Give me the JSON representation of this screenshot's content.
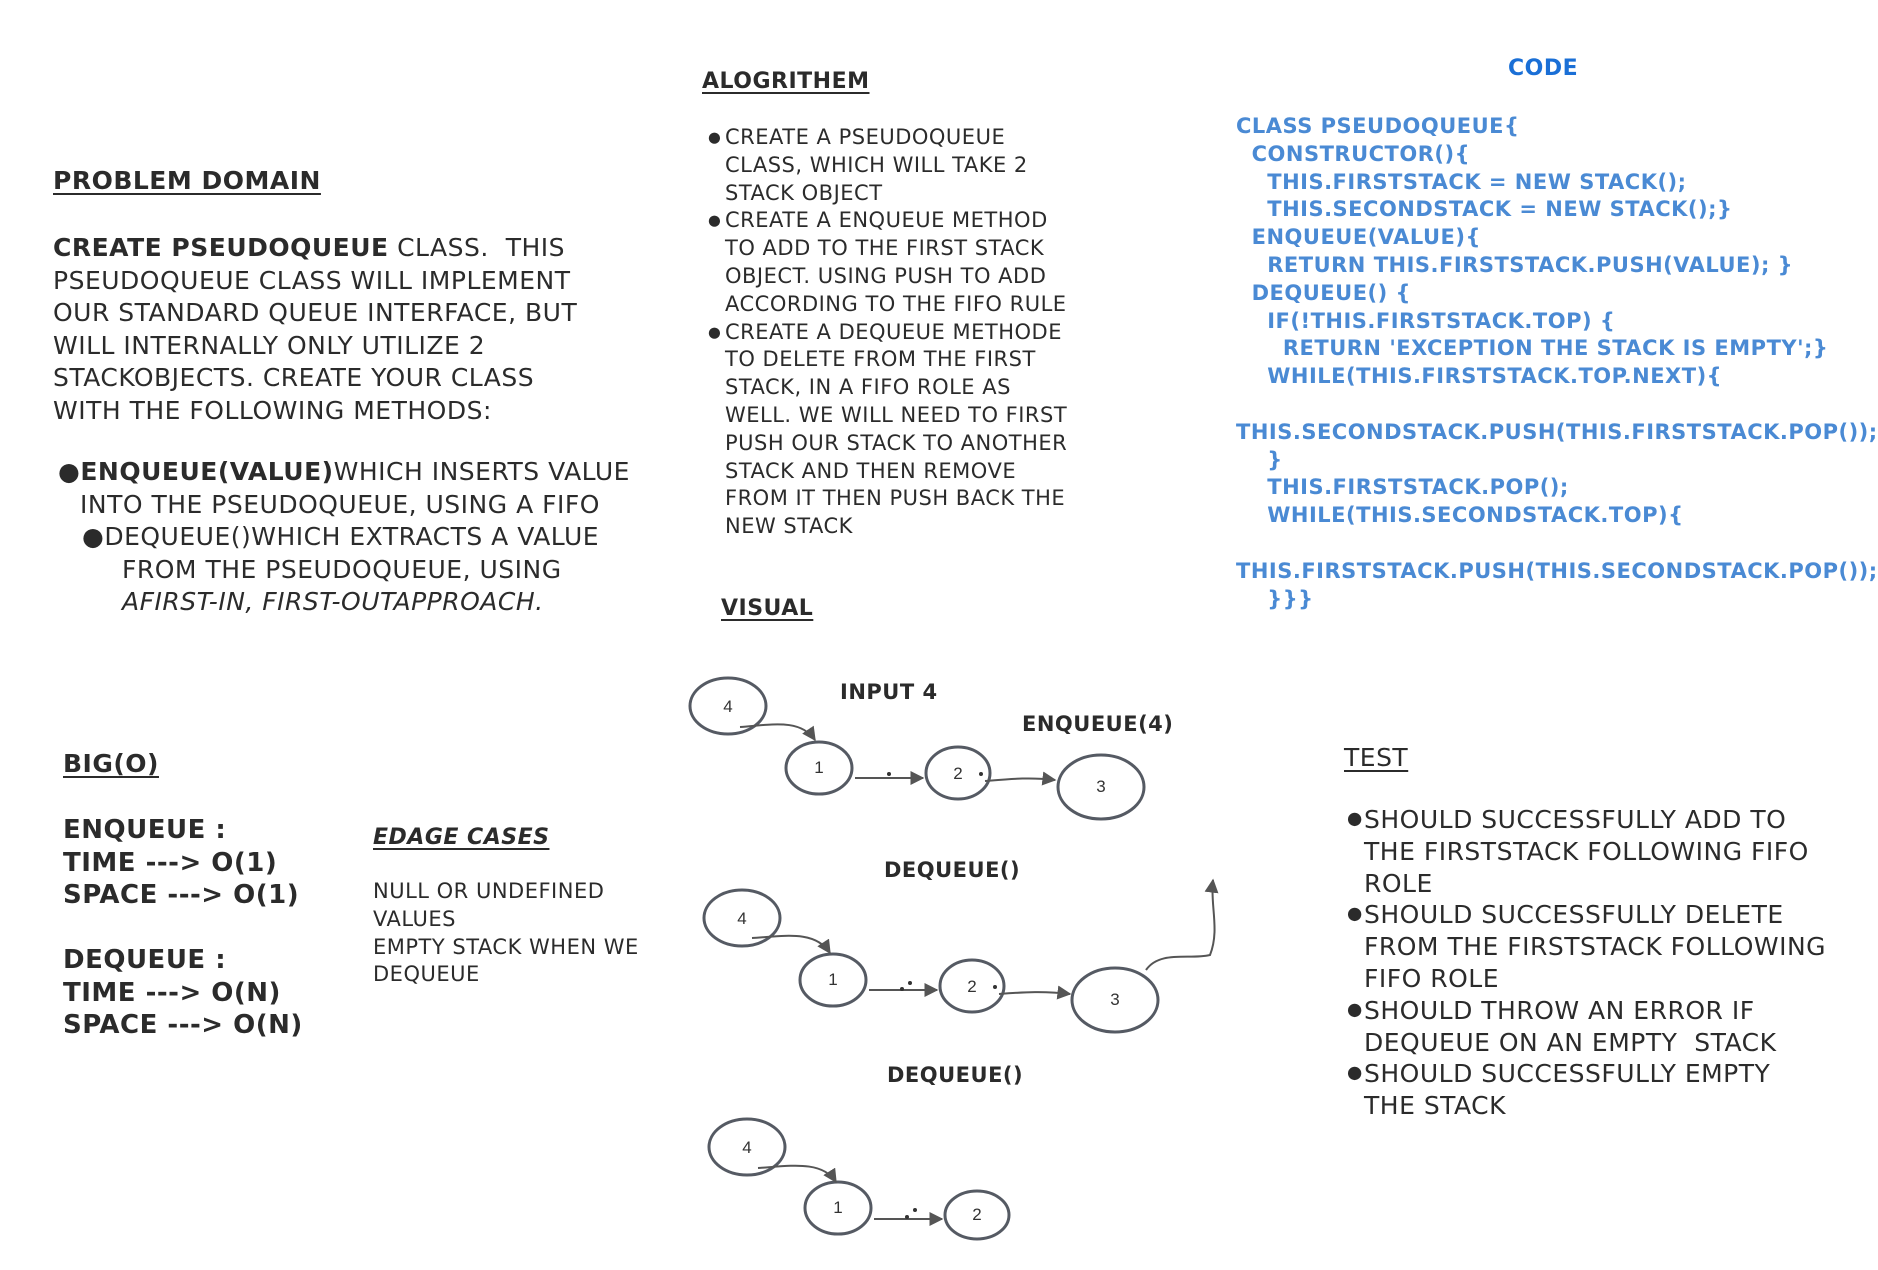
{
  "problem": {
    "heading": "PROBLEM DOMAIN",
    "intro_bold": "CREATE PSEUDOQUEUE",
    "intro_lines": [
      " CLASS.  THIS",
      "PSEUDOQUEUE CLASS WILL IMPLEMENT",
      "OUR STANDARD QUEUE INTERFACE, BUT",
      "WILL INTERNALLY ONLY UTILIZE 2",
      "STACKOBJECTS. CREATE YOUR CLASS",
      "WITH THE FOLLOWING METHODS:"
    ],
    "enqueue_bold": "ENQUEUE(VALUE)",
    "enqueue_lines": [
      "WHICH INSERTS VALUE",
      "INTO THE PSEUDOQUEUE, USING A FIFO"
    ],
    "dequeue_lines": [
      "DEQUEUE()WHICH EXTRACTS A VALUE",
      "FROM THE PSEUDOQUEUE, USING",
      "AFIRST-IN, FIRST-OUTAPPROACH."
    ]
  },
  "algorithm": {
    "heading": "ALOGRITHEM",
    "items": [
      [
        "CREATE A PSEUDOQUEUE",
        "CLASS, WHICH WILL TAKE 2",
        "STACK OBJECT"
      ],
      [
        "CREATE A ENQUEUE METHOD",
        "TO ADD TO THE FIRST STACK",
        "OBJECT. USING PUSH TO ADD",
        "ACCORDING TO THE FIFO RULE"
      ],
      [
        "CREATE A DEQUEUE METHODE",
        "TO DELETE FROM THE FIRST",
        "STACK, IN A FIFO ROLE AS",
        "WELL. WE WILL NEED TO FIRST",
        "PUSH OUR STACK TO ANOTHER",
        "STACK AND THEN REMOVE",
        "FROM IT THEN PUSH BACK THE",
        "NEW STACK"
      ]
    ]
  },
  "code": {
    "heading": "CODE",
    "lines": [
      "CLASS PSEUDOQUEUE{",
      "  CONSTRUCTOR(){",
      "    THIS.FIRSTSTACK = NEW STACK();",
      "    THIS.SECONDSTACK = NEW STACK();}",
      "  ENQUEUE(VALUE){",
      "    RETURN THIS.FIRSTSTACK.PUSH(VALUE); }",
      "  DEQUEUE() {",
      "    IF(!THIS.FIRSTSTACK.TOP) {",
      "      RETURN 'EXCEPTION THE STACK IS EMPTY';}",
      "    WHILE(THIS.FIRSTSTACK.TOP.NEXT){",
      "",
      "THIS.SECONDSTACK.PUSH(THIS.FIRSTSTACK.POP());",
      "    }",
      "    THIS.FIRSTSTACK.POP();",
      "    WHILE(THIS.SECONDSTACK.TOP){",
      "",
      "THIS.FIRSTSTACK.PUSH(THIS.SECONDSTACK.POP());",
      "    }}}"
    ]
  },
  "visual": {
    "heading": "VISUAL",
    "label_input": "INPUT 4",
    "label_enqueue": "ENQUEUE(4)",
    "label_dequeue_1": "DEQUEUE()",
    "label_dequeue_2": "DEQUEUE()",
    "row1": [
      "4",
      "1",
      "2",
      "3"
    ],
    "row2": [
      "4",
      "1",
      "2",
      "3"
    ],
    "row3": [
      "4",
      "1",
      "2"
    ]
  },
  "bigo": {
    "heading": "BIG(O)",
    "lines": [
      "ENQUEUE :",
      "TIME ---> O(1)",
      "SPACE ---> O(1)",
      "",
      "DEQUEUE :",
      "TIME ---> O(N)",
      "SPACE ---> O(N)"
    ]
  },
  "edge": {
    "heading": "EDAGE CASES",
    "lines": [
      "NULL OR UNDEFINED",
      "VALUES",
      "EMPTY STACK WHEN WE",
      "DEQUEUE"
    ]
  },
  "test": {
    "heading": "TEST",
    "items": [
      [
        "SHOULD SUCCESSFULLY ADD TO",
        "THE FIRSTSTACK FOLLOWING FIFO",
        "ROLE"
      ],
      [
        "SHOULD SUCCESSFULLY DELETE",
        "FROM THE FIRSTSTACK FOLLOWING",
        "FIFO ROLE"
      ],
      [
        "SHOULD THROW AN ERROR IF",
        "DEQUEUE ON AN EMPTY  STACK"
      ],
      [
        "SHOULD SUCCESSFULLY EMPTY",
        "THE STACK"
      ]
    ]
  }
}
